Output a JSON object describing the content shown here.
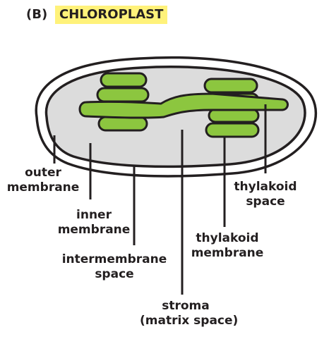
{
  "header": {
    "panel_letter": "(B)",
    "title": "CHLOROPLAST"
  },
  "labels": {
    "outer_membrane": [
      "outer",
      "membrane"
    ],
    "inner_membrane": [
      "inner",
      "membrane"
    ],
    "intermembrane_space": [
      "intermembrane",
      "space"
    ],
    "stroma": [
      "stroma",
      "(matrix space)"
    ],
    "thylakoid_membrane": [
      "thylakoid",
      "membrane"
    ],
    "thylakoid_space": [
      "thylakoid",
      "space"
    ]
  },
  "colors": {
    "title_highlight": "#fff27a",
    "stroma": "#dcdcdc",
    "thylakoid_fill": "#8cc63f",
    "outline": "#231f20"
  }
}
